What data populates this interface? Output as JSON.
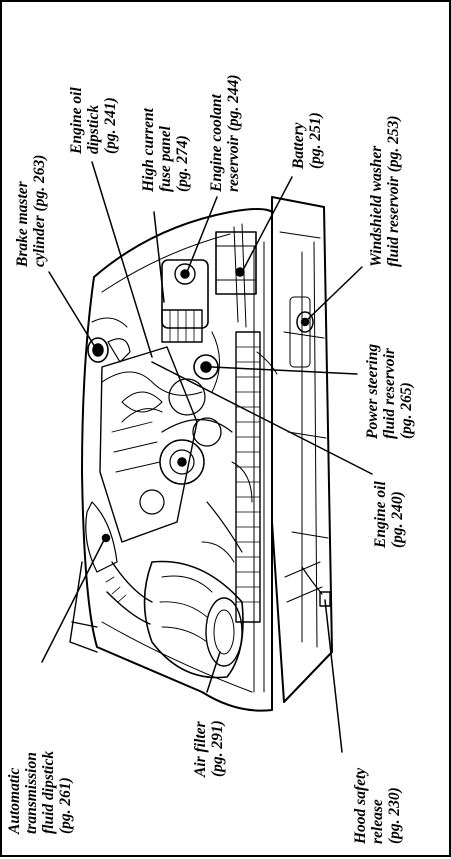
{
  "labels": {
    "brake_master_cylinder": {
      "line1": "Brake master",
      "line2": "cylinder (pg. 263)"
    },
    "engine_oil_dipstick": {
      "line1": "Engine oil",
      "line2": "dipstick",
      "line3": "(pg. 241)"
    },
    "high_current_fuse_panel": {
      "line1": "High current",
      "line2": "fuse panel",
      "line3": "(pg. 274)"
    },
    "engine_coolant_reservoir": {
      "line1": "Engine coolant",
      "line2": "reservoir (pg. 244)"
    },
    "battery": {
      "line1": "Battery",
      "line2": "(pg. 251)"
    },
    "windshield_washer": {
      "line1": "Windshield washer",
      "line2": "fluid reservoir (pg. 253)"
    },
    "power_steering": {
      "line1": "Power steering",
      "line2": "fluid reservoir",
      "line3": "(pg. 265)"
    },
    "engine_oil": {
      "line1": "Engine oil",
      "line2": "(pg. 240)"
    },
    "automatic_transmission": {
      "line1": "Automatic",
      "line2": "transmission",
      "line3": "fluid dipstick",
      "line4": "(pg. 261)"
    },
    "air_filter": {
      "line1": "Air filter",
      "line2": "(pg. 291)"
    },
    "hood_safety_release": {
      "line1": "Hood safety",
      "line2": "release",
      "line3": "(pg. 230)"
    }
  }
}
